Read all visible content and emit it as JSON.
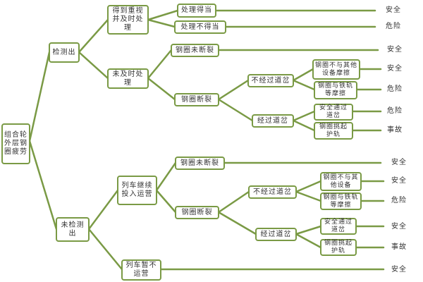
{
  "colors": {
    "line": "#7a9a45",
    "border": "#7a9a45",
    "text": "#333333",
    "background": "#ffffff"
  },
  "root": {
    "label": "组合轮外层钢圈疲劳"
  },
  "detected": {
    "label": "检测出",
    "handled": {
      "label": "得到重视并及时处理",
      "proper": {
        "label": "处理得当",
        "outcome": "安全"
      },
      "improper": {
        "label": "处理不得当",
        "outcome": "危险"
      }
    },
    "not_handled": {
      "label": "未及时处理",
      "not_broken": {
        "label": "钢圈未断裂",
        "outcome": "安全"
      },
      "broken": {
        "label": "钢圈断裂",
        "no_switch": {
          "label": "不经过道岔",
          "no_friction": {
            "label": "钢圈不与其他设备摩擦",
            "outcome": "安全"
          },
          "rail_friction": {
            "label": "钢圈与铁轨等摩擦",
            "outcome": "危险"
          }
        },
        "switch": {
          "label": "经过道岔",
          "safe_pass": {
            "label": "安全通过道岔",
            "outcome": "危险"
          },
          "lift_guard": {
            "label": "钢圈挑起护轨",
            "outcome": "事故"
          }
        }
      }
    }
  },
  "undetected": {
    "label": "未检测出",
    "continue": {
      "label": "列车继续投入运营",
      "not_broken": {
        "label": "钢圈未断裂",
        "outcome": "安全"
      },
      "broken": {
        "label": "钢圈断裂",
        "no_switch": {
          "label": "不经过道岔",
          "no_friction": {
            "label": "钢圈不与其他设备",
            "outcome": "安全"
          },
          "rail_friction": {
            "label": "钢圈与铁轨等摩擦",
            "outcome": "危险"
          }
        },
        "switch": {
          "label": "经过道岔",
          "safe_pass": {
            "label": "安全通过道岔",
            "outcome": "安全"
          },
          "lift_guard": {
            "label": "钢圈挑起护轨",
            "outcome": "事故"
          }
        }
      }
    },
    "suspend": {
      "label": "列车暂不运营",
      "outcome": "安全"
    }
  }
}
